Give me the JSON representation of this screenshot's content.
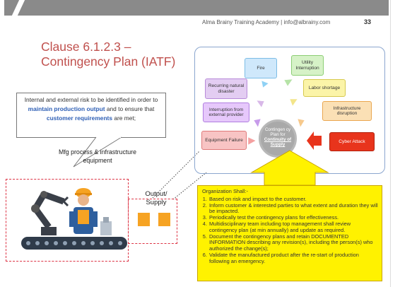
{
  "header": {
    "text": "Alma Brainy Training Academy  |  info@albrainy.com",
    "page": "33"
  },
  "title": {
    "line1": "Clause 6.1.2.3 –",
    "line2": "Contingency Plan (IATF)"
  },
  "callout": {
    "part1": "Internal and external risk to be identified in order to ",
    "hl1": "maintain production output",
    "part2": " and to ensure that ",
    "hl2": "customer requirements",
    "part3": " are met;"
  },
  "mfg_label": "Mfg process & infrastructure equipment",
  "output_label": "Output/ Supply",
  "diagram": {
    "fire": "Fire",
    "utility": "Utility Interruption",
    "natural": "Recurring natural disaster",
    "labor": "Labor shortage",
    "provider": "Interruption from external provider",
    "infra": "Infrastructure disruption",
    "equipment": "Equipment Failure",
    "cyber": "Cyber Attack",
    "center1": "Contingen cy Plan for",
    "center2": "Continuity of Supply"
  },
  "org": {
    "heading": "Organization Shall:-",
    "items": [
      "Based on risk and impact to the customer.",
      "Inform customer & interested parties to what extent and duration they will be impacted.",
      "Periodically test the contingency plans for effectiveness.",
      "Multidisciplinary team including top management shall review contingency plan (at min annually) and update as required.",
      "Document the contingency plans and retain DOCUMENTED INFORMATION describing any revision(s), including the person(s) who authorized the change(s);",
      "Validate the manufactured product after the re-start of production following an emergency."
    ]
  },
  "colors": {
    "title": "#c0504d",
    "highlight": "#2e5fb5",
    "callout_fill": "#fff200",
    "cyber": "#e8341c"
  }
}
